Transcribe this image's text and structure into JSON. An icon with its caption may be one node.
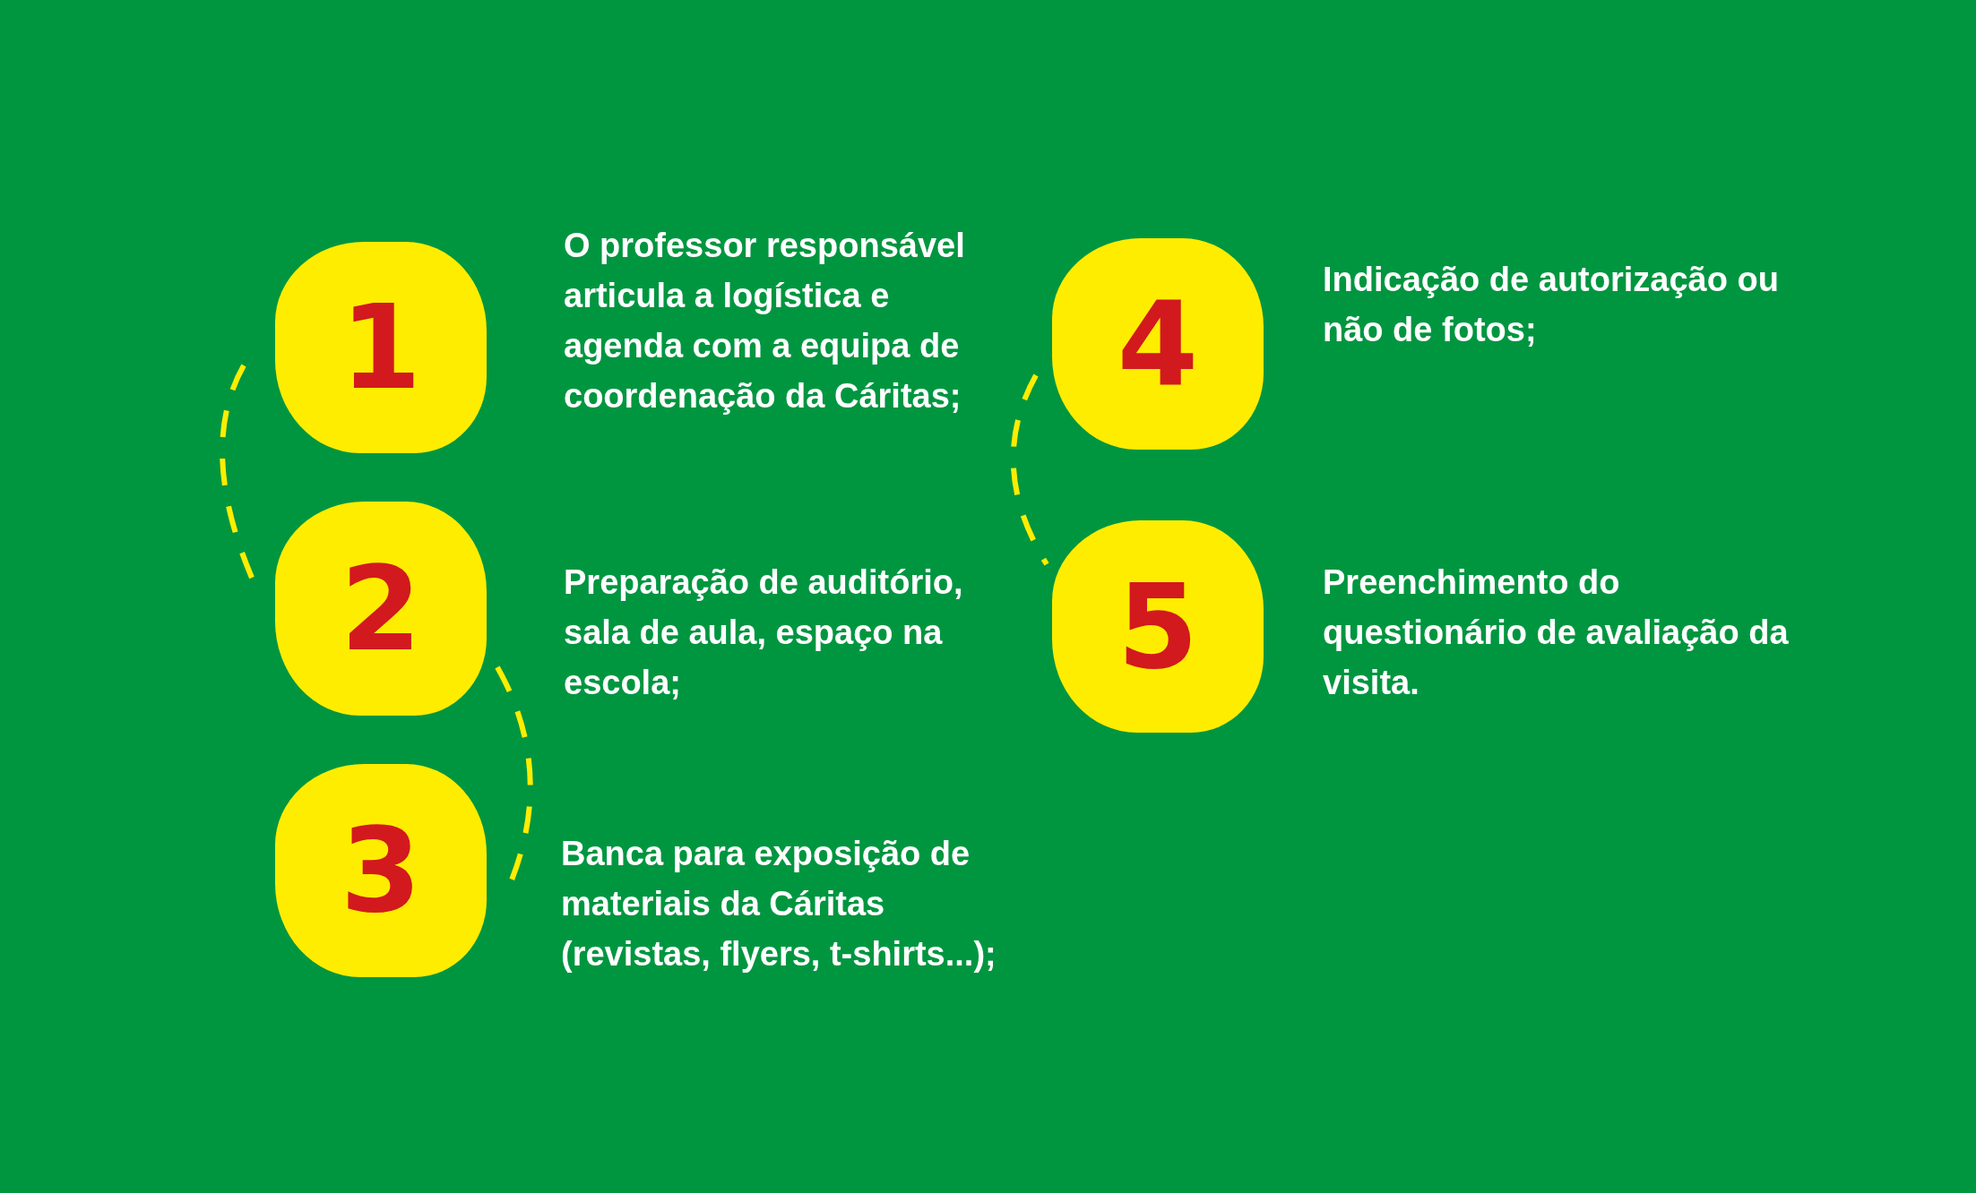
{
  "diagram": {
    "nodes": [
      {
        "text": [
          "1"
        ],
        "beside": [
          "O professor responsável articula a logística e agenda com a equipa de coordenação da Cáritas;"
        ]
      },
      {
        "text": [
          "2"
        ],
        "beside": [
          "Preparação de auditório, sala de aula, espaço na escola;"
        ]
      },
      {
        "text": [
          "3"
        ],
        "beside": [
          "Banca para exposição de materiais da Cáritas (revistas, flyers, t-shirts...);"
        ]
      },
      {
        "text": [
          "4"
        ],
        "beside": [
          "Indicação de autorização ou não de fotos;"
        ]
      },
      {
        "text": [
          "5"
        ],
        "beside": [
          "Preenchimento do questionário de avaliação da visita."
        ]
      }
    ],
    "edges": [
      {
        "from": 0,
        "to": 1,
        "arrow": "none",
        "style": "dashed"
      },
      {
        "from": 1,
        "to": 2,
        "arrow": "none",
        "style": "dashed"
      },
      {
        "from": 3,
        "to": 4,
        "arrow": "none",
        "style": "dashed"
      }
    ]
  }
}
